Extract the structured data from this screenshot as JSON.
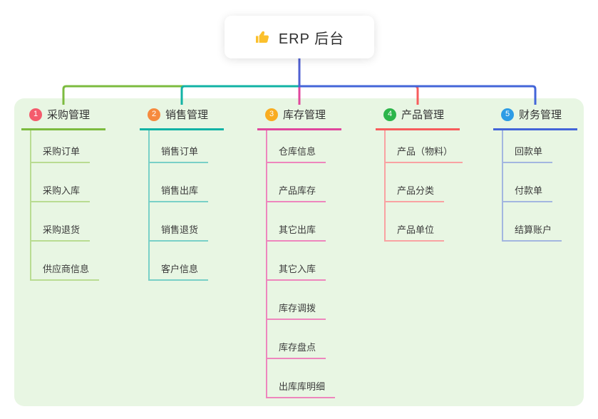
{
  "root": {
    "title": "ERP 后台",
    "icon": "thumbs-up-icon",
    "icon_color": "#fbc02d",
    "line_color": "#5060d2"
  },
  "panel": {
    "background": "#e8f6e3"
  },
  "branches": [
    {
      "badge": "1",
      "label": "采购管理",
      "badge_color": "#f45b6c",
      "line_color": "#7cbb3f",
      "tint_color": "#b9dc92",
      "children": [
        "采购订单",
        "采购入库",
        "采购退货",
        "供应商信息"
      ]
    },
    {
      "badge": "2",
      "label": "销售管理",
      "badge_color": "#f68a3e",
      "line_color": "#12b3a5",
      "tint_color": "#79d0c7",
      "children": [
        "销售订单",
        "销售出库",
        "销售退货",
        "客户信息"
      ]
    },
    {
      "badge": "3",
      "label": "库存管理",
      "badge_color": "#f9ac20",
      "line_color": "#e0479d",
      "tint_color": "#ee86bd",
      "children": [
        "仓库信息",
        "产品库存",
        "其它出库",
        "其它入库",
        "库存调拨",
        "库存盘点",
        "出库库明细"
      ]
    },
    {
      "badge": "4",
      "label": "产品管理",
      "badge_color": "#2cb54a",
      "line_color": "#f75c5c",
      "tint_color": "#f9a2a2",
      "children": [
        "产品（物料）",
        "产品分类",
        "产品单位"
      ]
    },
    {
      "badge": "5",
      "label": "财务管理",
      "badge_color": "#2d9ce5",
      "line_color": "#4365d8",
      "tint_color": "#a3b6e0",
      "children": [
        "回款单",
        "付款单",
        "结算账户"
      ]
    }
  ]
}
